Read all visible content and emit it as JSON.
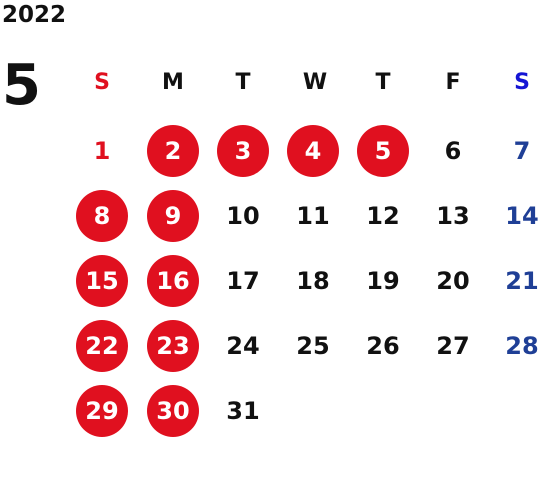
{
  "calendar": {
    "year": "2022",
    "month": "5",
    "weekday_headers": [
      "S",
      "M",
      "T",
      "W",
      "T",
      "F",
      "S"
    ],
    "weeks": [
      [
        "1",
        "2",
        "3",
        "4",
        "5",
        "6",
        "7"
      ],
      [
        "8",
        "9",
        "10",
        "11",
        "12",
        "13",
        "14"
      ],
      [
        "15",
        "16",
        "17",
        "18",
        "19",
        "20",
        "21"
      ],
      [
        "22",
        "23",
        "24",
        "25",
        "26",
        "27",
        "28"
      ],
      [
        "29",
        "30",
        "31",
        "",
        "",
        "",
        ""
      ]
    ],
    "highlighted_days": [
      "2",
      "3",
      "4",
      "5",
      "8",
      "9",
      "15",
      "16",
      "22",
      "23",
      "29",
      "30"
    ]
  },
  "colors": {
    "sunday": "#e0101f",
    "saturday_header": "#1515d4",
    "saturday": "#1f3f96",
    "highlight": "#e0101f",
    "text": "#111111"
  }
}
